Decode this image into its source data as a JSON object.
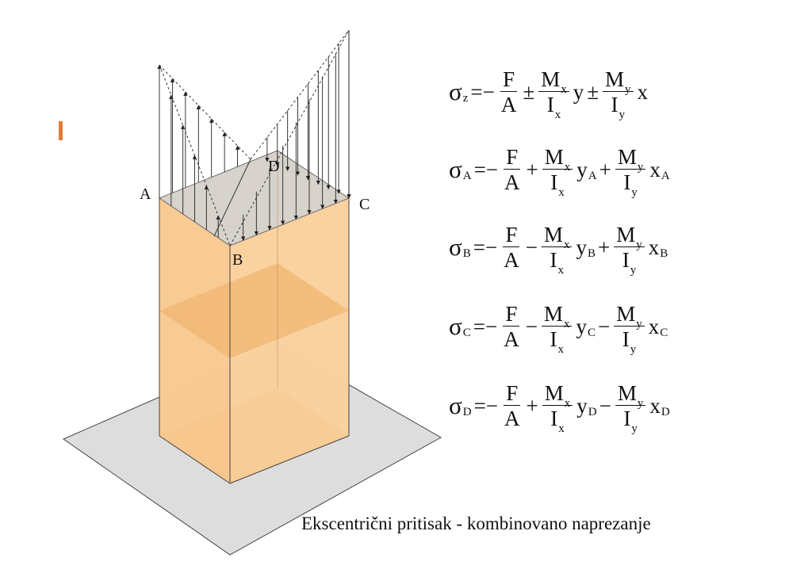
{
  "theme": {
    "accent": "#E07B39",
    "column_fill": "#F7C990",
    "column_dark": "#F0B571",
    "base_plane": "#DDDDDD",
    "top_face": "#D8D2CC"
  },
  "labels": {
    "A": "A",
    "B": "B",
    "C": "C",
    "D": "D"
  },
  "formulas": [
    {
      "sigma": "σ",
      "sub": "z",
      "eq": "=−",
      "t1": {
        "num": "F",
        "den": "A"
      },
      "op1": "±",
      "t2": {
        "num": "M",
        "num_sub": "x",
        "den": "I",
        "den_sub": "x"
      },
      "v1": "y",
      "v1_sub": "",
      "op2": "±",
      "t3": {
        "num": "M",
        "num_sub": "y",
        "den": "I",
        "den_sub": "y"
      },
      "v2": "x",
      "v2_sub": ""
    },
    {
      "sigma": "σ",
      "sub": "A",
      "eq": "=−",
      "t1": {
        "num": "F",
        "den": "A"
      },
      "op1": "+",
      "t2": {
        "num": "M",
        "num_sub": "x",
        "den": "I",
        "den_sub": "x"
      },
      "v1": "y",
      "v1_sub": "A",
      "op2": "+",
      "t3": {
        "num": "M",
        "num_sub": "y",
        "den": "I",
        "den_sub": "y"
      },
      "v2": "x",
      "v2_sub": "A"
    },
    {
      "sigma": "σ",
      "sub": "B",
      "eq": "=−",
      "t1": {
        "num": "F",
        "den": "A"
      },
      "op1": "−",
      "t2": {
        "num": "M",
        "num_sub": "x",
        "den": "I",
        "den_sub": "x"
      },
      "v1": "y",
      "v1_sub": "B",
      "op2": "+",
      "t3": {
        "num": "M",
        "num_sub": "y",
        "den": "I",
        "den_sub": "y"
      },
      "v2": "x",
      "v2_sub": "B"
    },
    {
      "sigma": "σ",
      "sub": "C",
      "eq": "=−",
      "t1": {
        "num": "F",
        "den": "A"
      },
      "op1": "−",
      "t2": {
        "num": "M",
        "num_sub": "x",
        "den": "I",
        "den_sub": "x"
      },
      "v1": "y",
      "v1_sub": "C",
      "op2": "−",
      "t3": {
        "num": "M",
        "num_sub": "y",
        "den": "I",
        "den_sub": "y"
      },
      "v2": "x",
      "v2_sub": "C"
    },
    {
      "sigma": "σ",
      "sub": "D",
      "eq": "=−",
      "t1": {
        "num": "F",
        "den": "A"
      },
      "op1": "+",
      "t2": {
        "num": "M",
        "num_sub": "x",
        "den": "I",
        "den_sub": "x"
      },
      "v1": "y",
      "v1_sub": "D",
      "op2": "−",
      "t3": {
        "num": "M",
        "num_sub": "y",
        "den": "I",
        "den_sub": "y"
      },
      "v2": "x",
      "v2_sub": "D"
    }
  ],
  "caption": "Ekscentrični pritisak - kombinovano naprezanje"
}
